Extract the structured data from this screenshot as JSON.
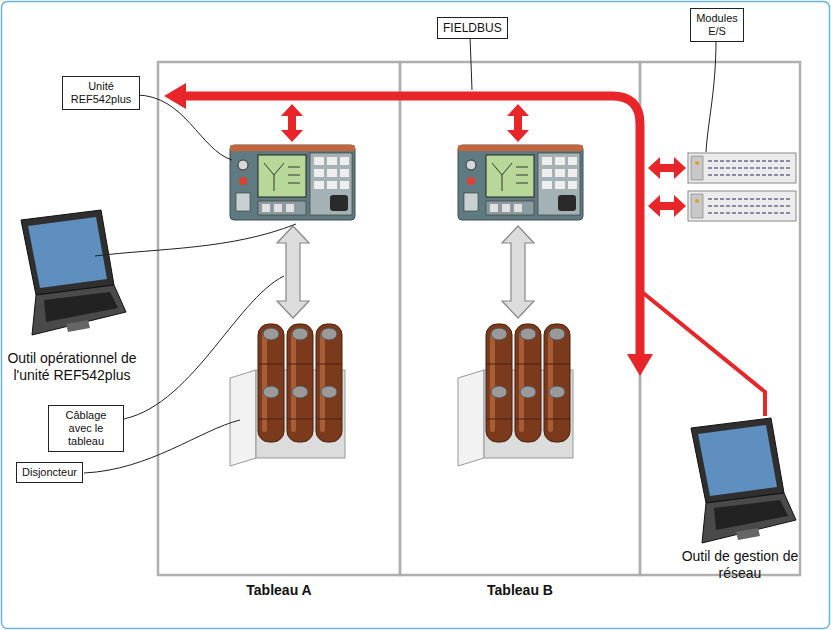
{
  "diagram": {
    "nodes": [
      {
        "text": [
          "FIELDBUS"
        ]
      },
      {
        "text": [
          "Modules E/S"
        ]
      },
      {
        "text": [
          "Unité REF542plus"
        ]
      },
      {
        "text": [
          "Câblage avec le tableau"
        ]
      },
      {
        "text": [
          "Disjoncteur"
        ]
      },
      {
        "text": [
          "Tableau A"
        ]
      },
      {
        "text": [
          "Tableau B"
        ]
      }
    ],
    "labels": [
      "Outil opérationnel de l'unité REF542plus",
      "Outil de gestion de réseau"
    ]
  }
}
